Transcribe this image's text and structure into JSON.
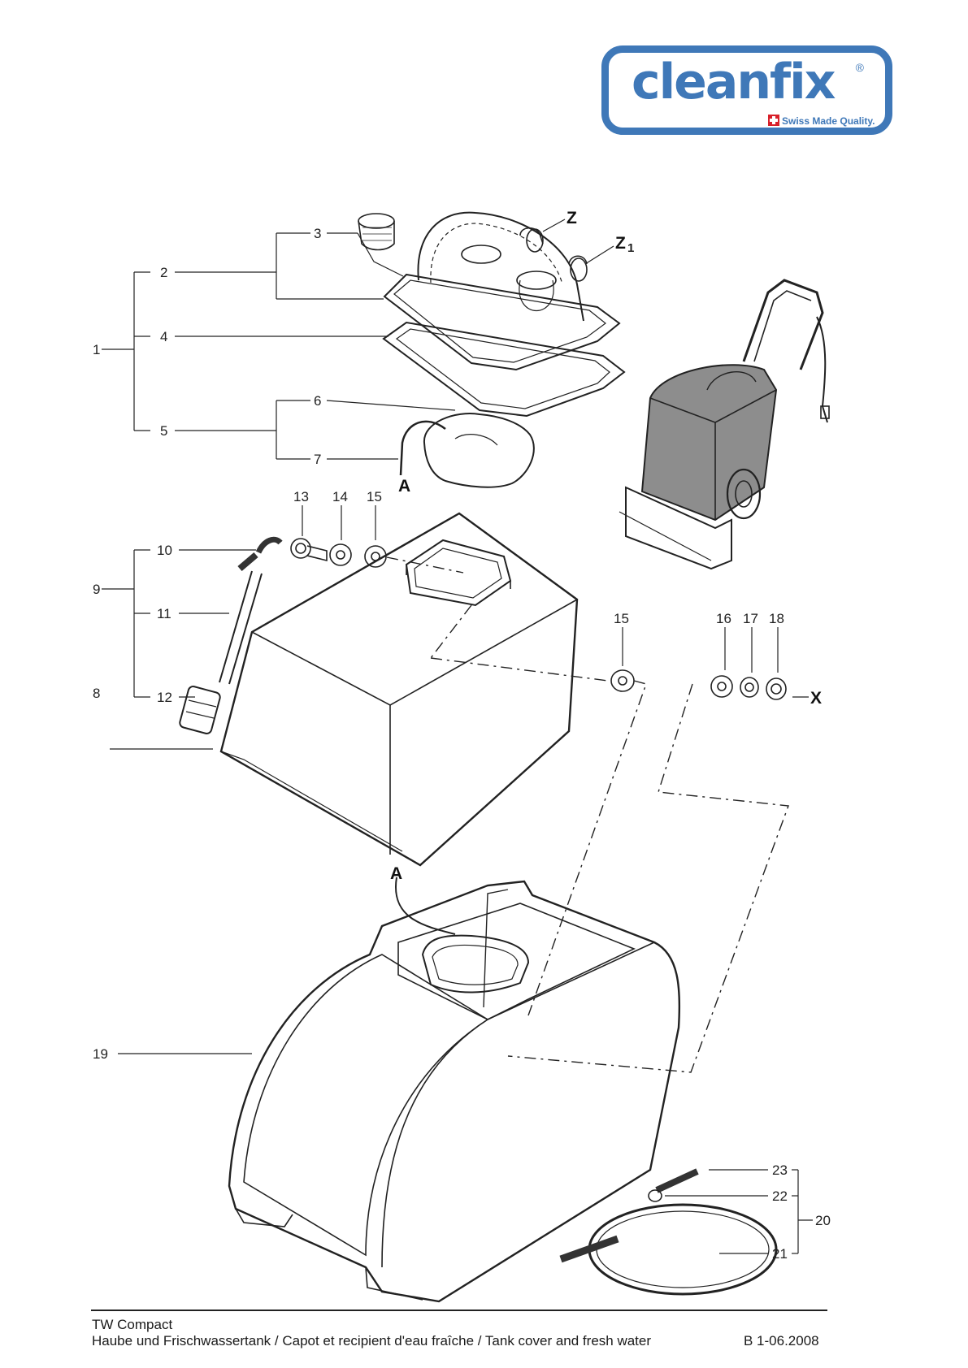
{
  "logo": {
    "word": "cleanfix",
    "registered": "®",
    "tagline": "Swiss Made Quality."
  },
  "callouts": [
    {
      "id": "c1",
      "text": "1"
    },
    {
      "id": "c2",
      "text": "2"
    },
    {
      "id": "c3",
      "text": "3"
    },
    {
      "id": "c4",
      "text": "4"
    },
    {
      "id": "c5",
      "text": "5"
    },
    {
      "id": "c6",
      "text": "6"
    },
    {
      "id": "c7",
      "text": "7"
    },
    {
      "id": "c8",
      "text": "8"
    },
    {
      "id": "c9",
      "text": "9"
    },
    {
      "id": "c10",
      "text": "10"
    },
    {
      "id": "c11",
      "text": "11"
    },
    {
      "id": "c12",
      "text": "12"
    },
    {
      "id": "c13",
      "text": "13"
    },
    {
      "id": "c14",
      "text": "14"
    },
    {
      "id": "c15a",
      "text": "15"
    },
    {
      "id": "c15b",
      "text": "15"
    },
    {
      "id": "c16",
      "text": "16"
    },
    {
      "id": "c17",
      "text": "17"
    },
    {
      "id": "c18",
      "text": "18"
    },
    {
      "id": "c19",
      "text": "19"
    },
    {
      "id": "c20",
      "text": "20"
    },
    {
      "id": "c21",
      "text": "21"
    },
    {
      "id": "c22",
      "text": "22"
    },
    {
      "id": "c23",
      "text": "23"
    }
  ],
  "markers": {
    "z": "Z",
    "z1": "Z",
    "z1_sub": "1",
    "a_top": "A",
    "a_bottom": "A",
    "x": "X"
  },
  "footer": {
    "title": "TW Compact",
    "subtitle": "Haube und Frischwassertank / Capot et recipient d'eau fraîche / Tank cover and fresh water",
    "code": "B 1-06.2008"
  }
}
